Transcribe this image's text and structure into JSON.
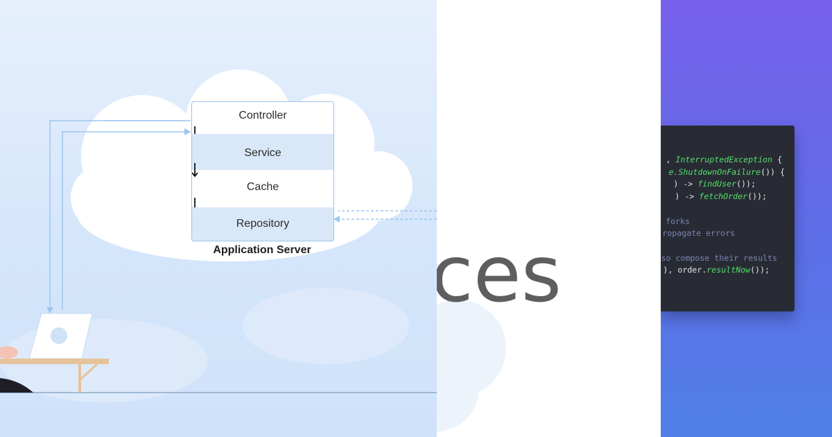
{
  "diagram": {
    "layers": [
      "Controller",
      "Service",
      "Cache",
      "Repository"
    ],
    "server_caption": "Application Server"
  },
  "banner": {
    "word_fragment": "ices"
  },
  "code": {
    "lines": [
      [
        {
          "t": ", "
        },
        {
          "t": "InterruptedException",
          "s": "call"
        },
        {
          "t": " {"
        }
      ],
      [
        {
          "t": "e.",
          "s": "call"
        },
        {
          "t": "ShutdownOnFailure",
          "s": "call"
        },
        {
          "t": "()) {"
        }
      ],
      [
        {
          "t": ") -> "
        },
        {
          "t": "findUser",
          "s": "call"
        },
        {
          "t": "());"
        }
      ],
      [
        {
          "t": ") -> "
        },
        {
          "t": "fetchOrder",
          "s": "call"
        },
        {
          "t": "());"
        }
      ],
      [],
      [
        {
          "t": " forks",
          "s": "cmt"
        }
      ],
      [
        {
          "t": "ropagate errors",
          "s": "cmt"
        }
      ],
      [],
      [
        {
          "t": "so compose their results",
          "s": "cmt"
        }
      ],
      [
        {
          "t": "), order."
        },
        {
          "t": "resultNow",
          "s": "call"
        },
        {
          "t": "());"
        }
      ]
    ]
  },
  "colors": {
    "code_background": "#282b34",
    "method_green": "#52e06a",
    "comment_blue": "#7c83b4",
    "panel_purple": "#6f63ea"
  }
}
